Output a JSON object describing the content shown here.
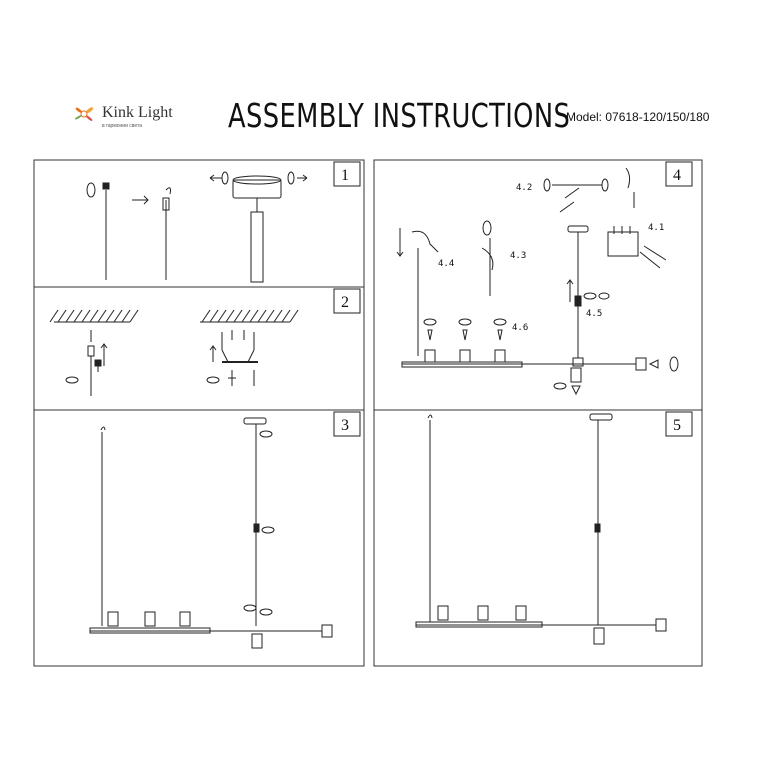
{
  "header": {
    "brand": "Kink Light",
    "tagline": "в гармонии света",
    "title": "ASSEMBLY INSTRUCTIONS",
    "model": "Model: 07618-120/150/180"
  },
  "panels": [
    {
      "number": "1"
    },
    {
      "number": "2"
    },
    {
      "number": "3"
    },
    {
      "number": "4"
    },
    {
      "number": "5"
    }
  ],
  "step_labels": [
    "4.1",
    "4.2",
    "4.3",
    "4.4",
    "4.5",
    "4.6"
  ],
  "colors": {
    "line": "#222222",
    "border": "#333333",
    "logo_orange": "#e8731e",
    "logo_green": "#6aa84f"
  },
  "icons": [
    "rotate-arrow-icon",
    "hand-icon",
    "bulb-icon",
    "ceiling-icon"
  ]
}
